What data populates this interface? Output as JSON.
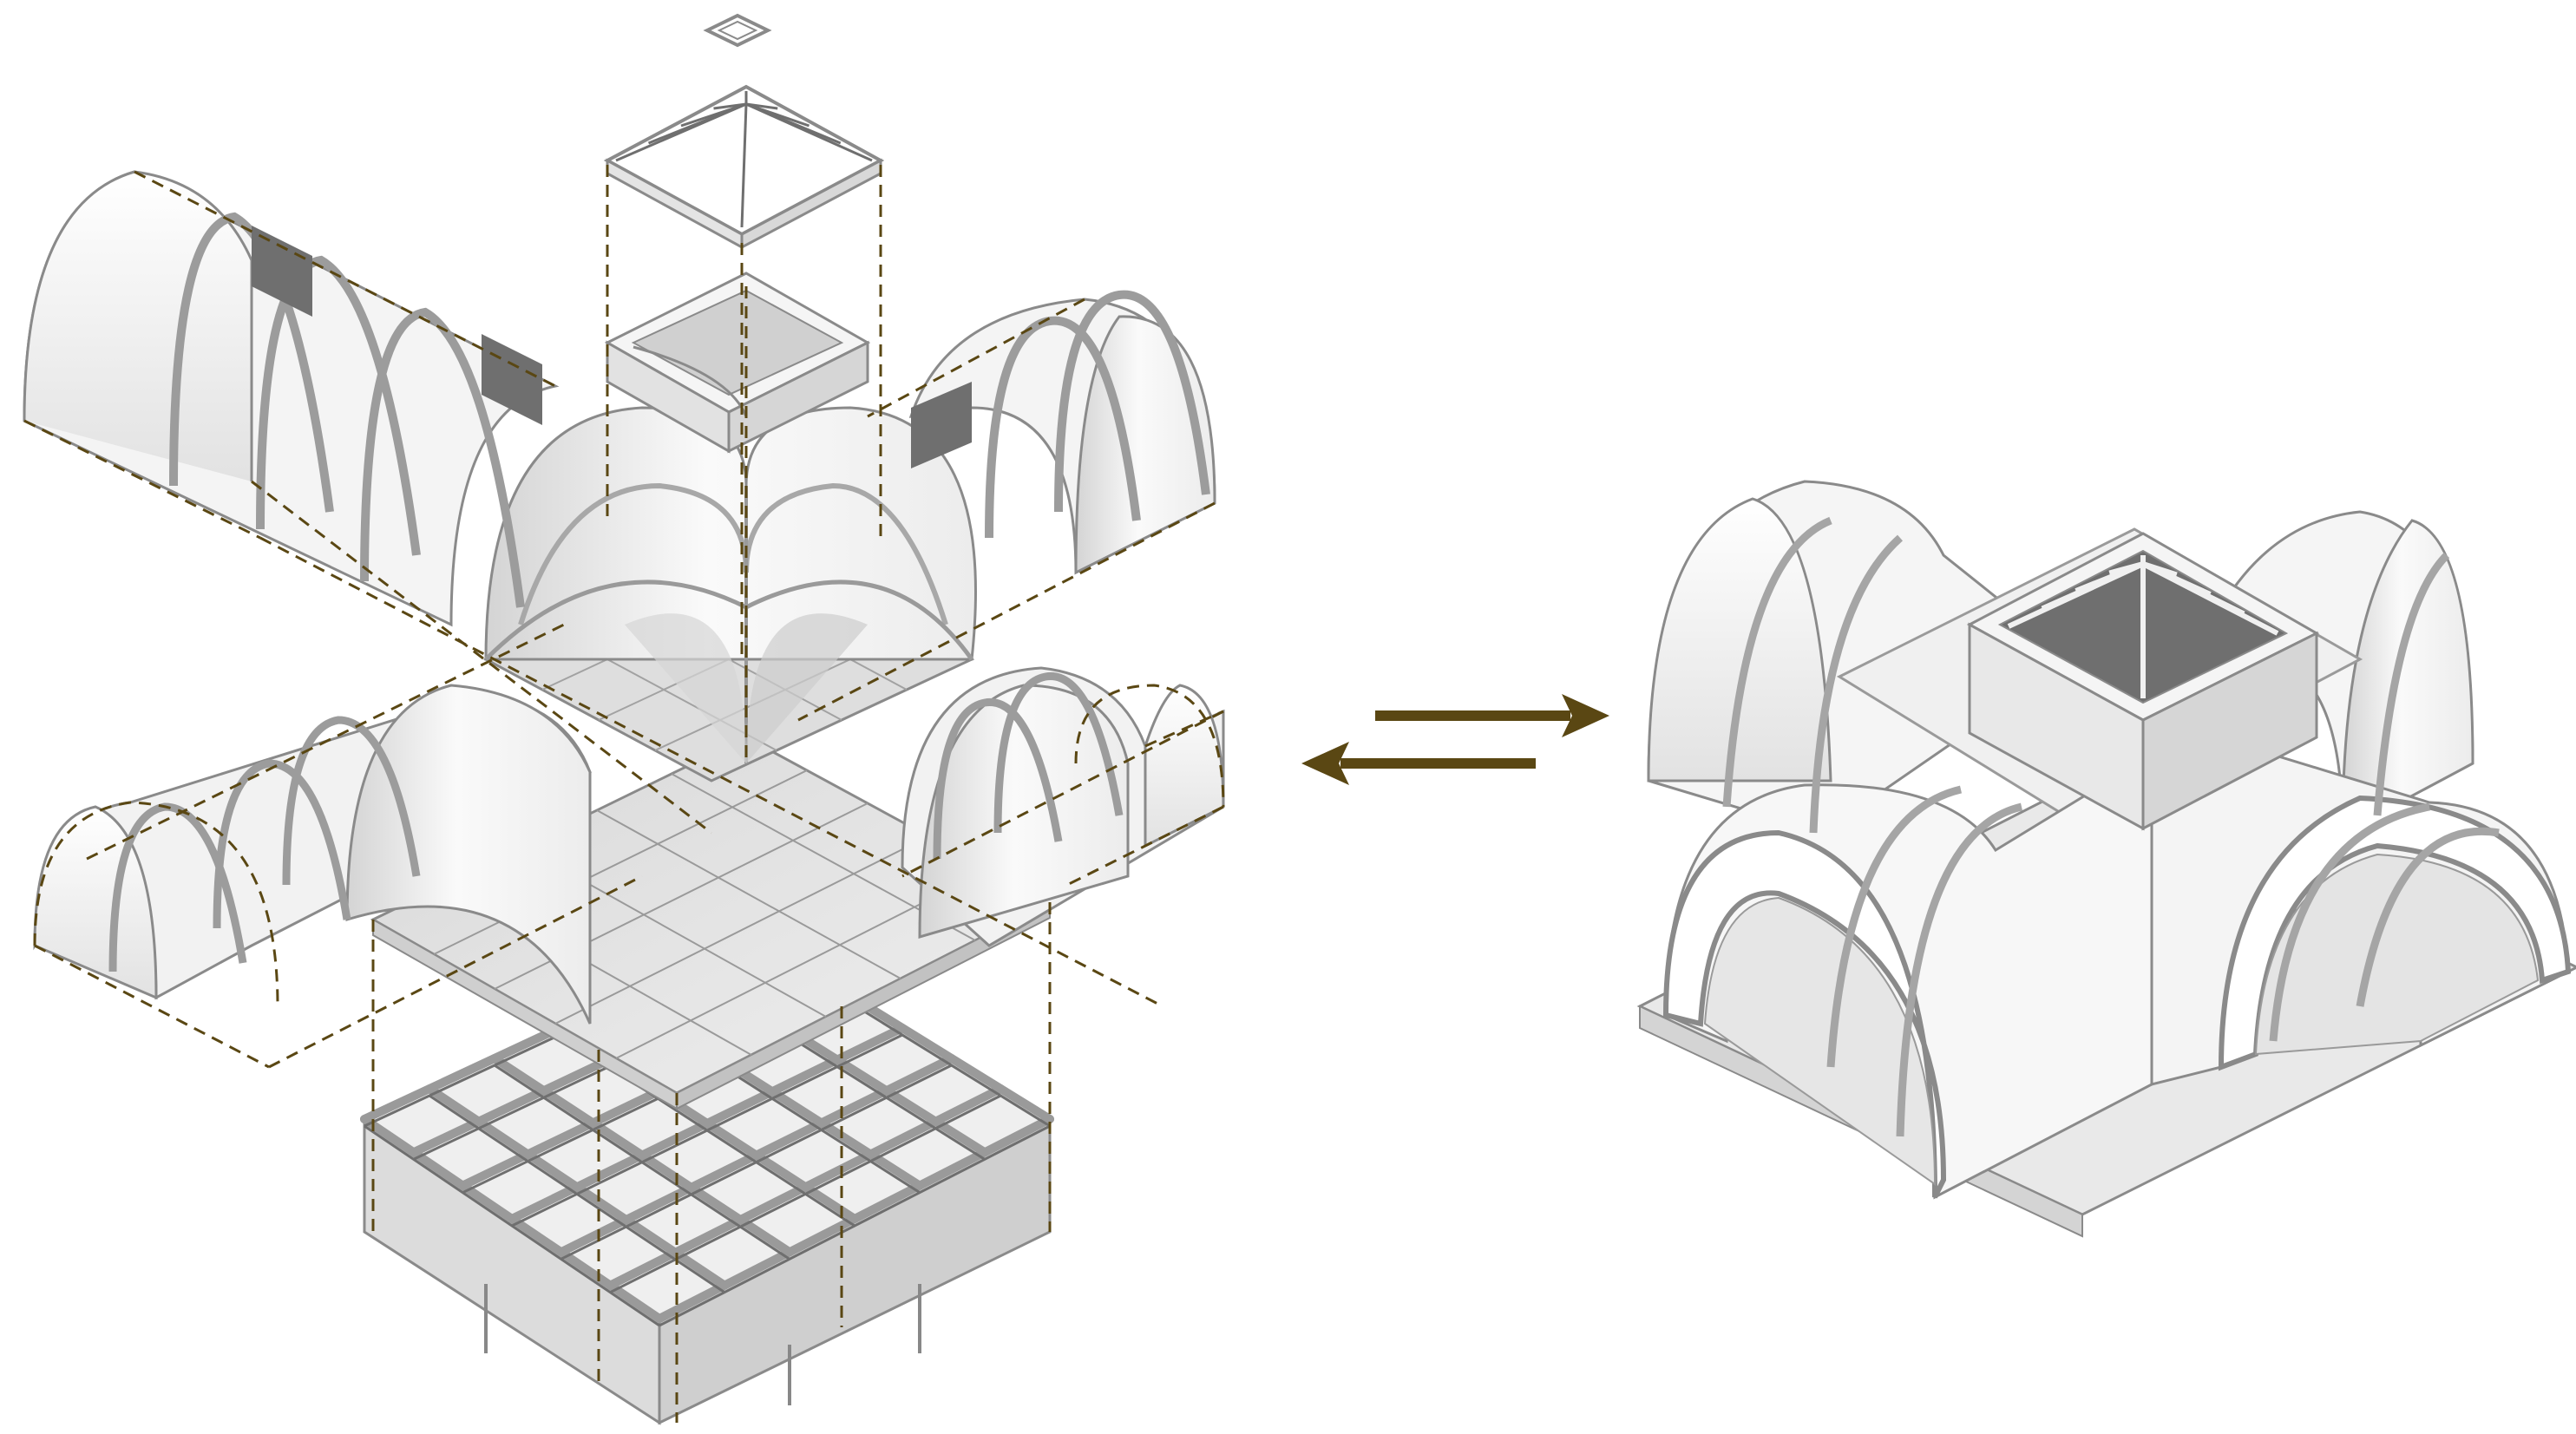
{
  "diagram": {
    "labels": [],
    "left_view": {
      "components": [
        "roof-lantern-cap",
        "roof-lantern",
        "lantern-base-ring",
        "groin-vault-crossing",
        "barrel-vault-upper-left",
        "barrel-vault-upper-right",
        "barrel-vault-lower-left",
        "barrel-vault-lower-right",
        "floor-slab",
        "steel-frame-grid"
      ]
    },
    "right_view": {
      "components": [
        "assembled-cross-vault"
      ]
    },
    "connector": {
      "type": "bidirectional-arrow",
      "icon": "double-arrow-icon"
    }
  },
  "colors": {
    "guide_line": "#5a4713",
    "arrow": "#5a4713",
    "surface_light": "#f7f7f7",
    "surface_mid": "#e6e6e6",
    "surface_shade": "#c9c9c9",
    "edge": "#8a8a8a",
    "deep_shade": "#6f6f6f"
  }
}
